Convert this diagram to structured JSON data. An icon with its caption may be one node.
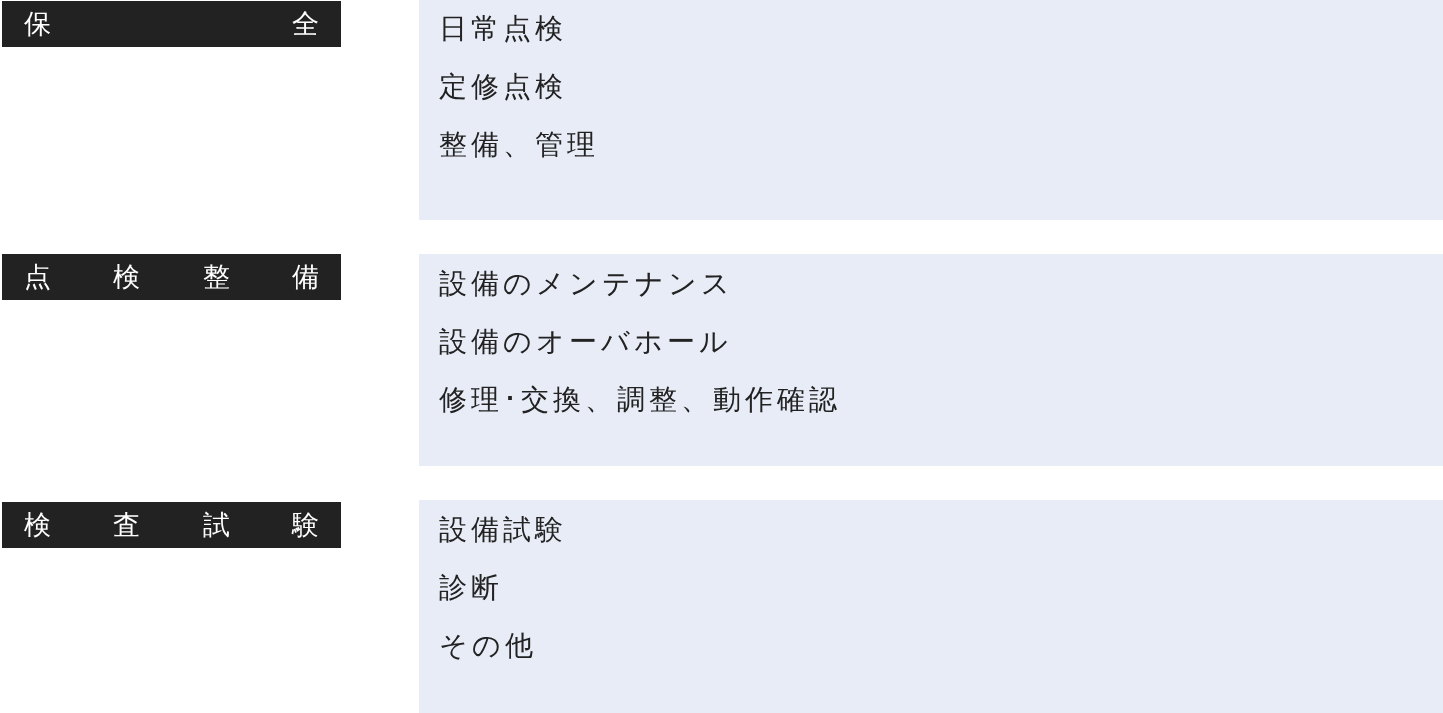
{
  "diagram": {
    "nodes": [
      {
        "text": [
          "保全"
        ]
      },
      {
        "text": [
          "日常点検",
          "定修点検",
          "整備、管理"
        ]
      },
      {
        "text": [
          "点検整備"
        ]
      },
      {
        "text": [
          "設備のメンテナンス",
          "設備のオーバホール",
          "修理･交換、調整、動作確認"
        ]
      },
      {
        "text": [
          "検査試験"
        ]
      },
      {
        "text": [
          "設備試験",
          "診断",
          "その他"
        ]
      }
    ],
    "edges": []
  }
}
